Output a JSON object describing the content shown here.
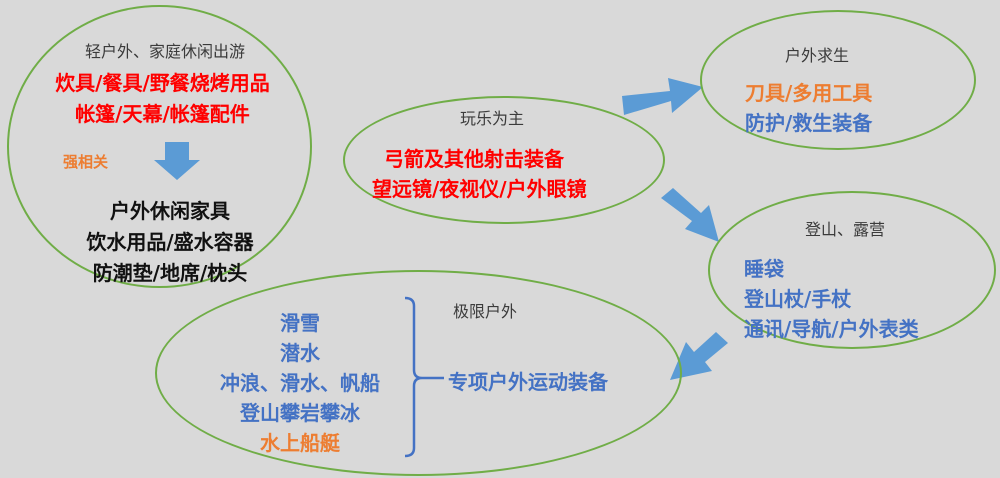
{
  "colors": {
    "ellipse_border": "#70ad47",
    "arrow": "#5b9bd5",
    "red": "#ff0000",
    "blue": "#4472c4",
    "orange": "#ed7d31",
    "background": "#d9d9d9"
  },
  "light_outdoor": {
    "title": "轻户外、家庭休闲出游",
    "red_items": [
      "炊具/餐具/野餐烧烤用品",
      "帐篷/天幕/帐篷配件"
    ],
    "relation_label": "强相关",
    "black_items": [
      "户外休闲家具",
      "饮水用品/盛水容器",
      "防潮垫/地席/枕头"
    ]
  },
  "play": {
    "title": "玩乐为主",
    "red_items": [
      "弓箭及其他射击装备",
      "望远镜/夜视仪/户外眼镜"
    ]
  },
  "survival": {
    "title": "户外求生",
    "orange_items": [
      "刀具/多用工具"
    ],
    "blue_items": [
      "防护/救生装备"
    ]
  },
  "camping": {
    "title": "登山、露营",
    "blue_items": [
      "睡袋",
      "登山杖/手杖",
      "通讯/导航/户外表类"
    ]
  },
  "extreme": {
    "title": "极限户外",
    "blue_items": [
      "滑雪",
      "潜水",
      "冲浪、滑水、帆船",
      "登山攀岩攀冰"
    ],
    "orange_items": [
      "水上船艇"
    ],
    "group_label": "专项户外运动装备"
  }
}
